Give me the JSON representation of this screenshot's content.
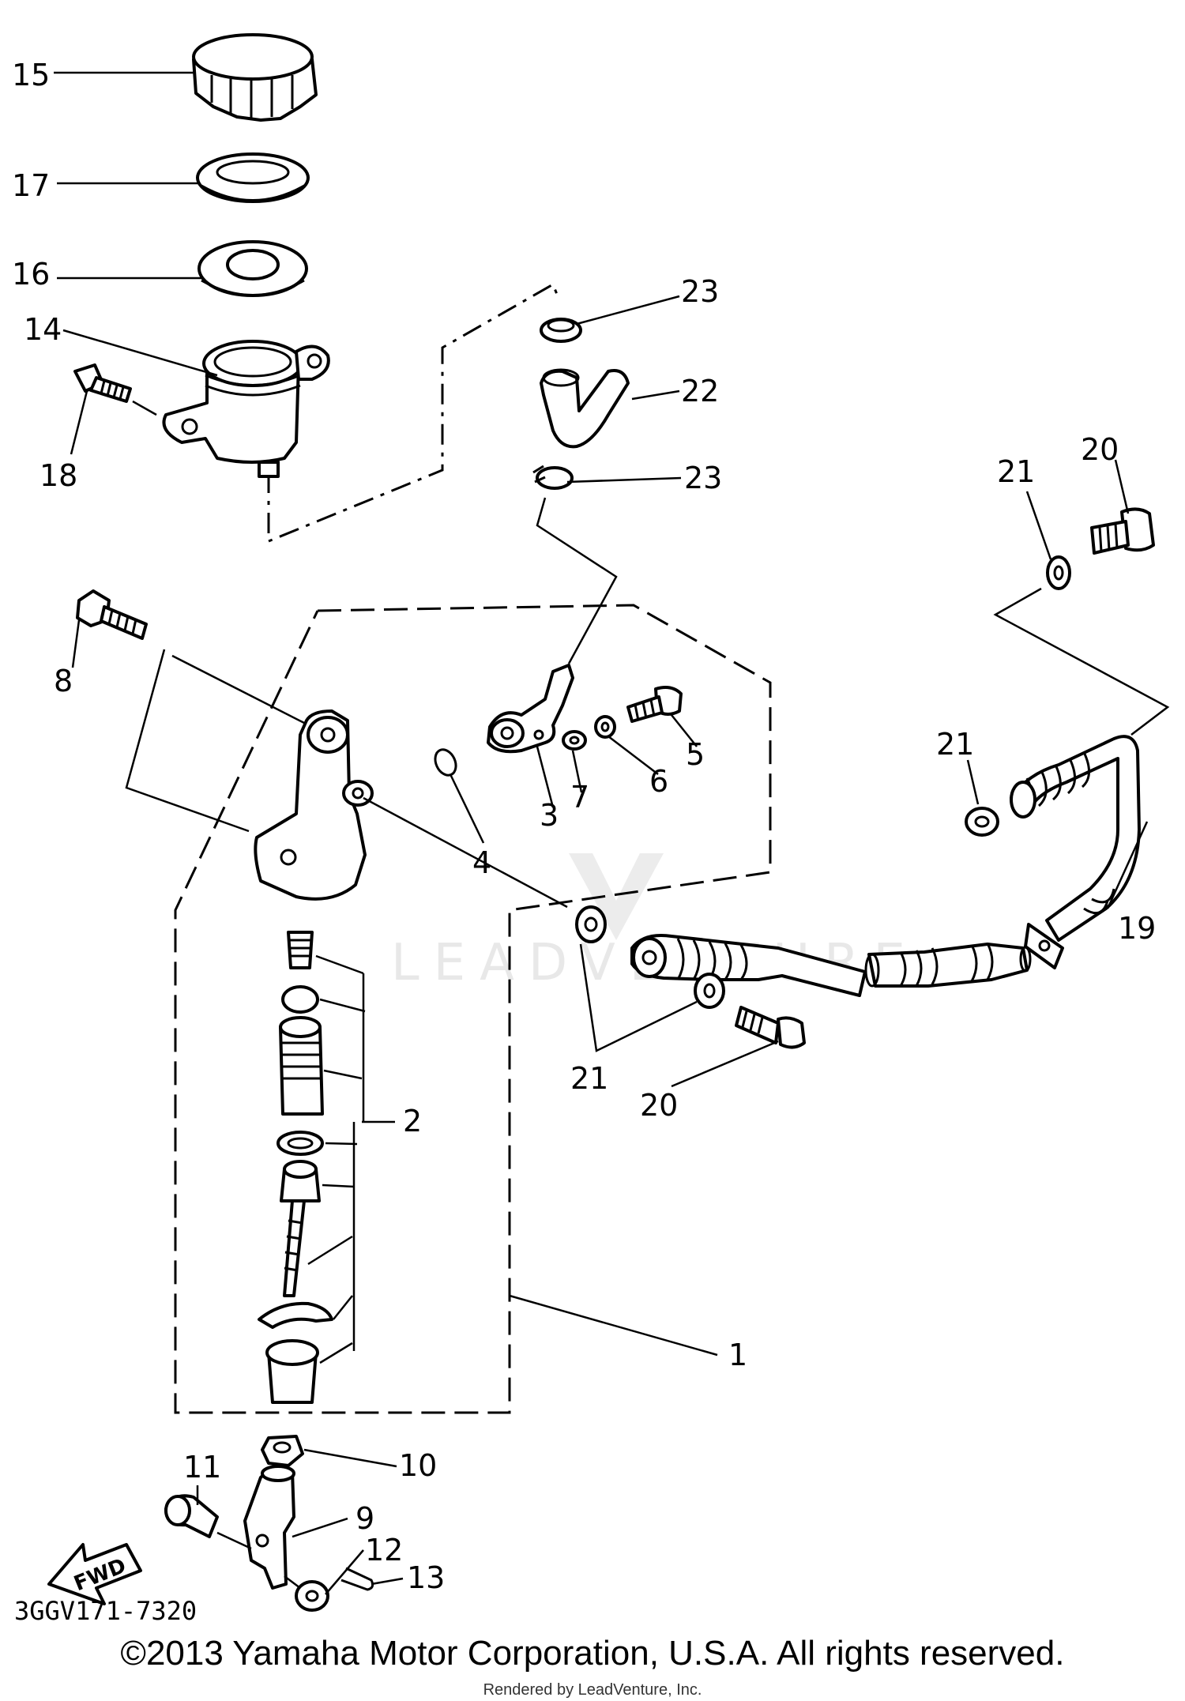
{
  "diagram": {
    "callouts": {
      "c15": "15",
      "c17": "17",
      "c16": "16",
      "c14": "14",
      "c18": "18",
      "c23a": "23",
      "c22": "22",
      "c23b": "23",
      "c21a": "21",
      "c20a": "20",
      "c21b": "21",
      "c19": "19",
      "c8": "8",
      "c4": "4",
      "c3": "3",
      "c7": "7",
      "c6": "6",
      "c5": "5",
      "c21c": "21",
      "c20b": "20",
      "c2": "2",
      "c1": "1",
      "c10": "10",
      "c11": "11",
      "c9": "9",
      "c12": "12",
      "c13": "13"
    },
    "fwd_label": "FWD",
    "diagram_code": "3GGV171-7320",
    "watermark": "LEADVENTURE"
  },
  "footer": {
    "copyright": "©2013 Yamaha Motor Corporation, U.S.A. All rights reserved.",
    "rendered_by": "Rendered by LeadVenture, Inc."
  }
}
